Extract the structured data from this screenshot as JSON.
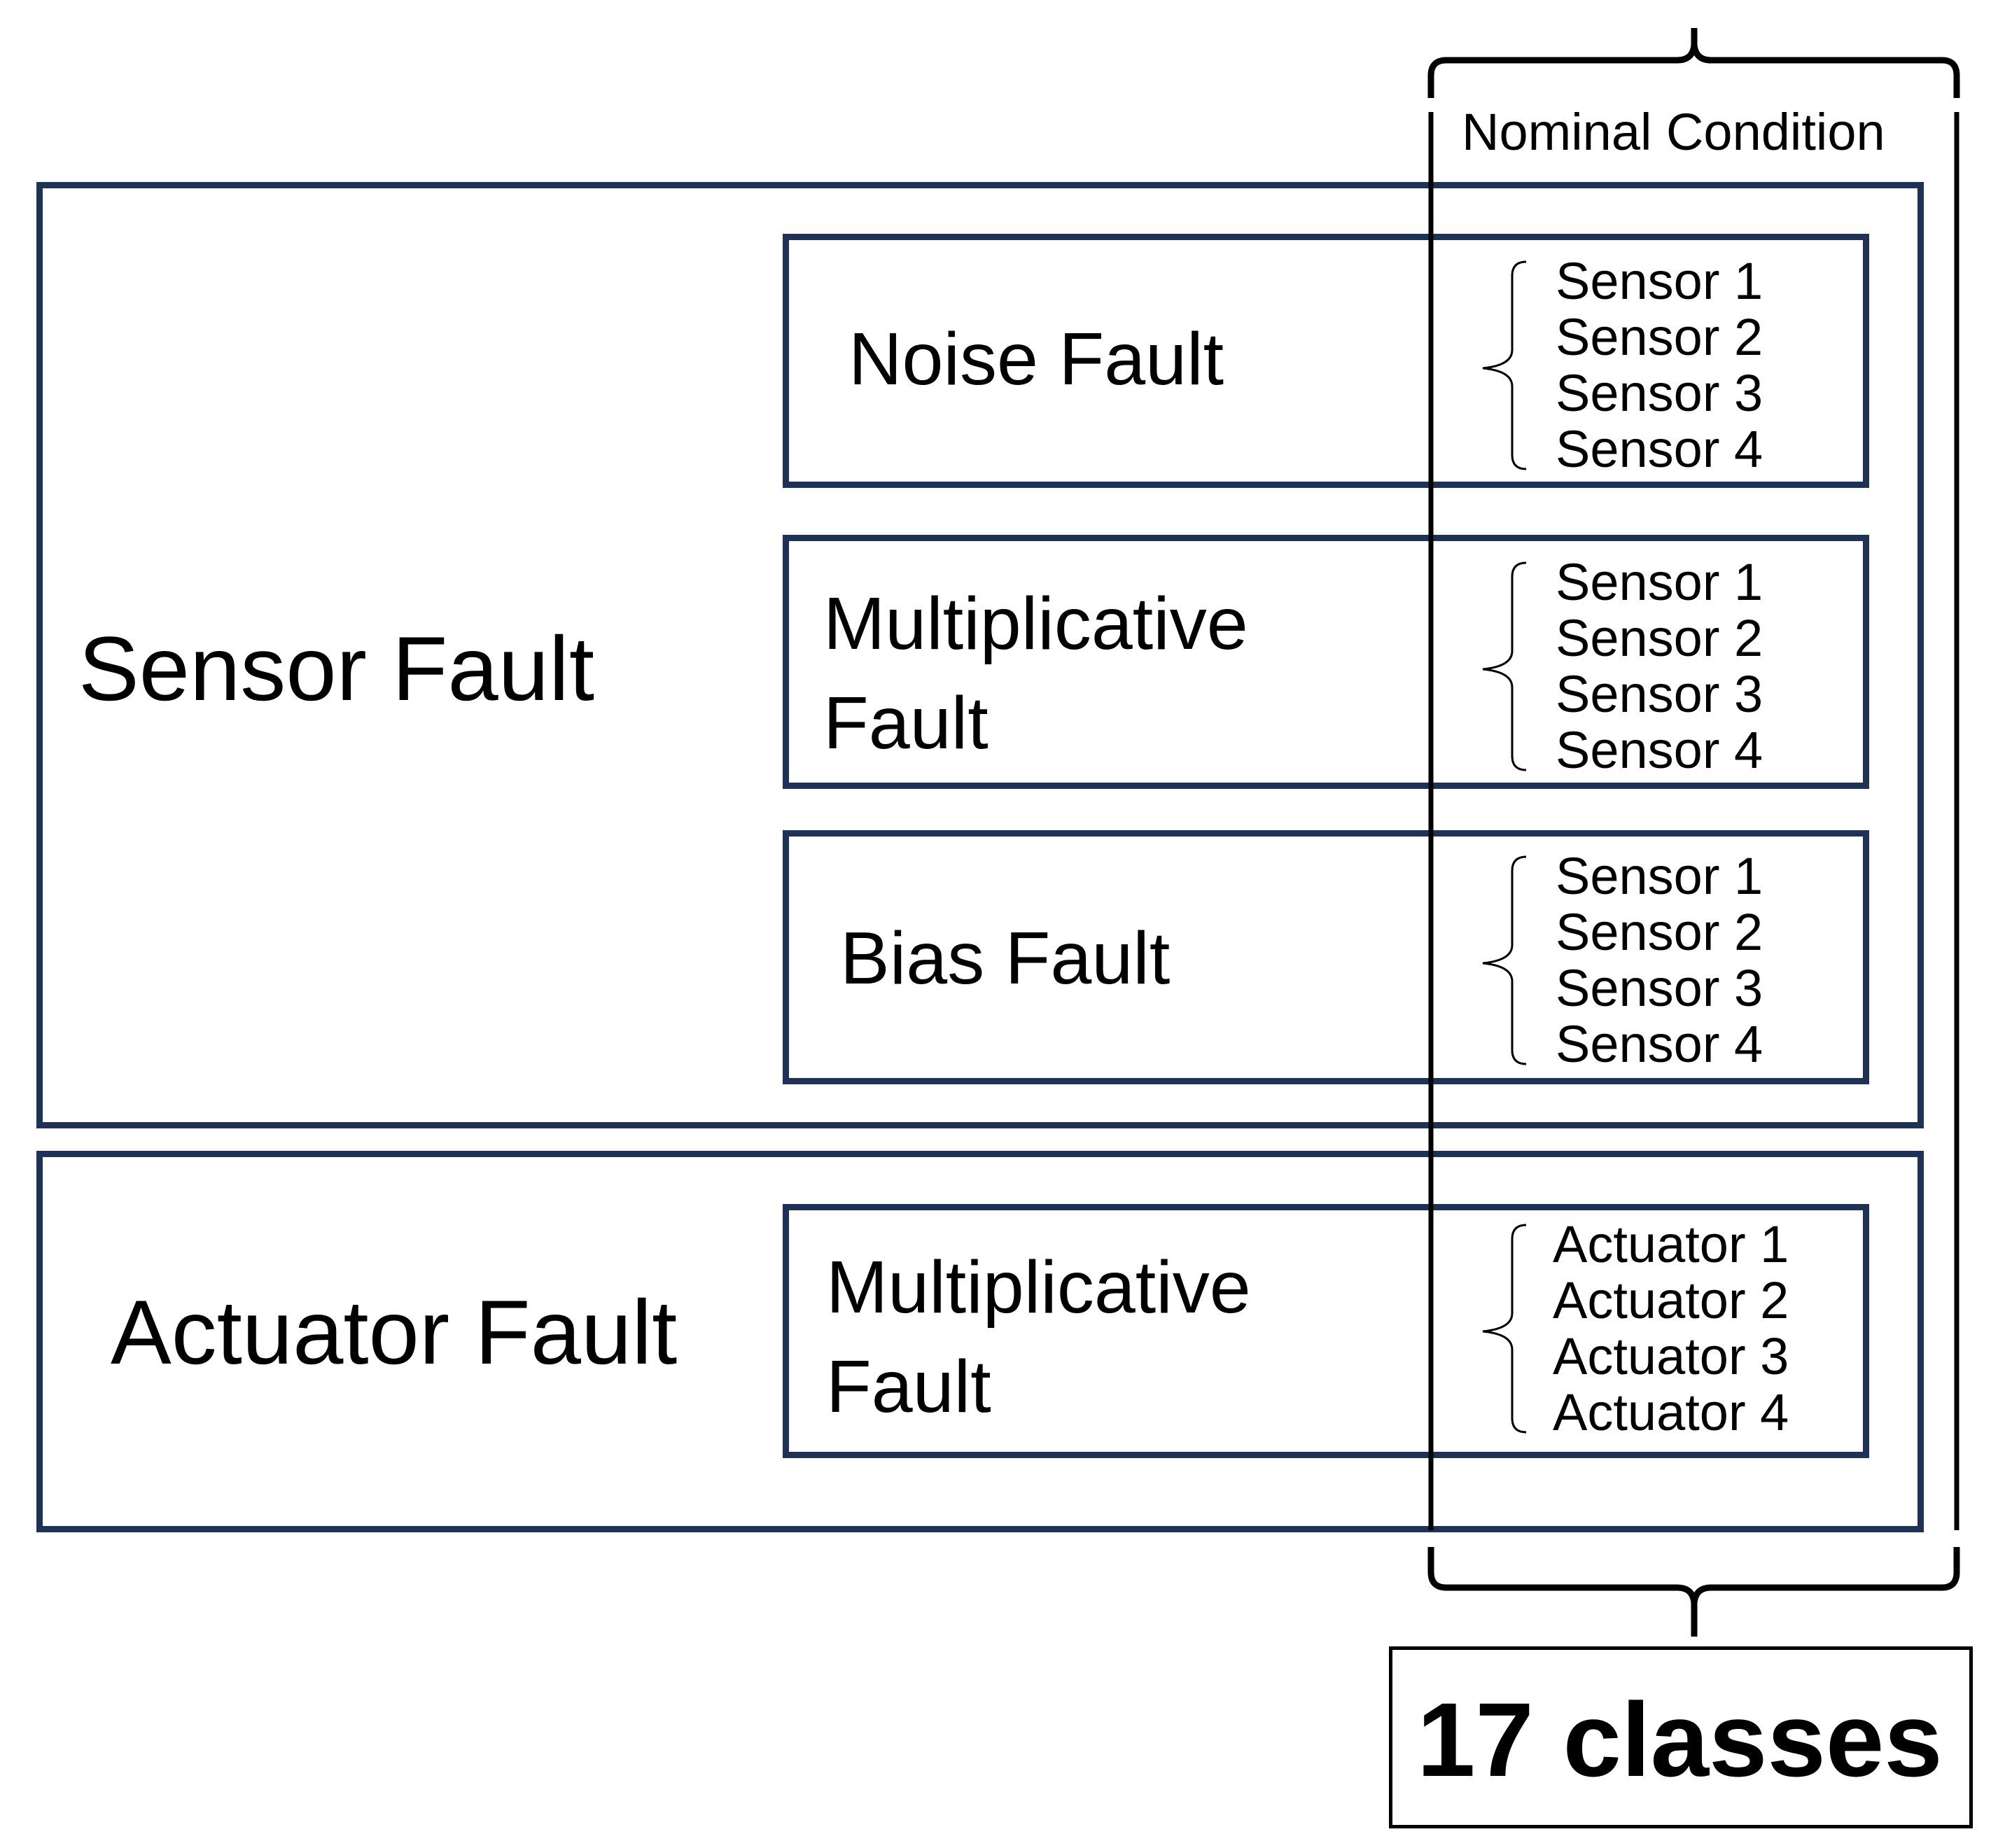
{
  "nominal_label": "Nominal Condition",
  "sensor_group": {
    "title": "Sensor Fault",
    "subgroups": [
      {
        "title_lines": [
          "Noise Fault"
        ],
        "items": [
          "Sensor 1",
          "Sensor 2",
          "Sensor 3",
          "Sensor 4"
        ]
      },
      {
        "title_lines": [
          "Multiplicative",
          "Fault"
        ],
        "items": [
          "Sensor 1",
          "Sensor 2",
          "Sensor 3",
          "Sensor 4"
        ]
      },
      {
        "title_lines": [
          "Bias Fault"
        ],
        "items": [
          "Sensor 1",
          "Sensor 2",
          "Sensor 3",
          "Sensor 4"
        ]
      }
    ]
  },
  "actuator_group": {
    "title": "Actuator Fault",
    "subgroups": [
      {
        "title_lines": [
          "Multiplicative",
          "Fault"
        ],
        "items": [
          "Actuator 1",
          "Actuator 2",
          "Actuator 3",
          "Actuator 4"
        ]
      }
    ]
  },
  "total_label": "17 classes",
  "colors": {
    "box_border": "#1f3256",
    "text": "#000000"
  }
}
